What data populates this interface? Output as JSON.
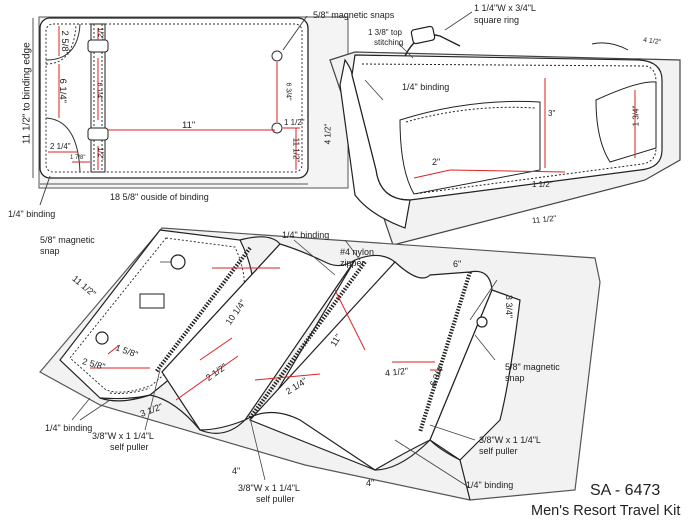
{
  "title": {
    "code": "SA - 6473",
    "name": "Men's Resort Travel Kit"
  },
  "labels": {
    "snaps_top": "5/8\" magnetic snaps",
    "binding_edge": "11 1/2\" to binding edge",
    "binding_bottom": "1/4\" binding",
    "outside_binding": "18 5/8\" ouside of binding",
    "square_ring_1": "1 1/4\"W x 3/4\"L",
    "square_ring_2": "square ring",
    "top_stitch_1": "1 3/8\" top",
    "top_stitch_2": "stitching",
    "binding_side": "1/4\" binding",
    "snap_left_1": "5/8\" magnetic",
    "snap_left_2": "snap",
    "binding_mid": "1/4\" binding",
    "nylon_1": "#4 nylon",
    "nylon_2": "zipper",
    "snap_right_1": "5/8\" magnetic",
    "snap_right_2": "snap",
    "binding_lower_left": "1/4\" binding",
    "puller_right_1": "3/8\"W x 1 1/4\"L",
    "puller_right_2": "self puller",
    "binding_lower_right": "1/4\" binding",
    "puller_left_1": "3/8\"W x 1 1/4\"L",
    "puller_left_2": "self puller",
    "puller_bottom_1": "3/8\"W x 1 1/4\"L",
    "puller_bottom_2": "self puller"
  },
  "dims": {
    "d_2_5_8": "2 5/8\"",
    "d_6_1_4": "6 1/4\"",
    "d_2_1_4": "2 1/4\"",
    "d_1_7_8": "1 7/8\"",
    "d_1_2_top": "1/2\"",
    "d_1_2_bot": "1/2\"",
    "d_6_1_4_strap": "6 1/4\"",
    "d_11": "11\"",
    "d_6_3_4": "6 3/4\"",
    "d_1_1_2_right": "1 1/2\"",
    "d_11_1_2_right": "11 1/2\"",
    "d_4_1_2_top": "4 1/2\"",
    "d_4_1_2_side": "4 1/2\"",
    "d_3": "3\"",
    "d_1_3_4": "1 3/4\"",
    "d_2": "2\"",
    "d_1_1_2_case": "1 1/2\"",
    "d_11_1_2_case": "11 1/2\"",
    "d_11_1_2_open": "11 1/2\"",
    "d_10_1_4": "10 1/4\"",
    "d_11_open": "11\"",
    "d_6": "6\"",
    "d_3_3_4": "3 3/4\"",
    "d_1_5_8": "1 5/8\"",
    "d_2_5_8_open": "2 5/8\"",
    "d_2_1_2": "2 1/2\"",
    "d_2_1_4_open": "2 1/4\"",
    "d_4_1_2_open": "4 1/2\"",
    "d_6_3_4_open": "6 3/4\"",
    "d_3_1_2": "3 1/2\"",
    "d_4_a": "4\"",
    "d_4_b": "4\""
  }
}
